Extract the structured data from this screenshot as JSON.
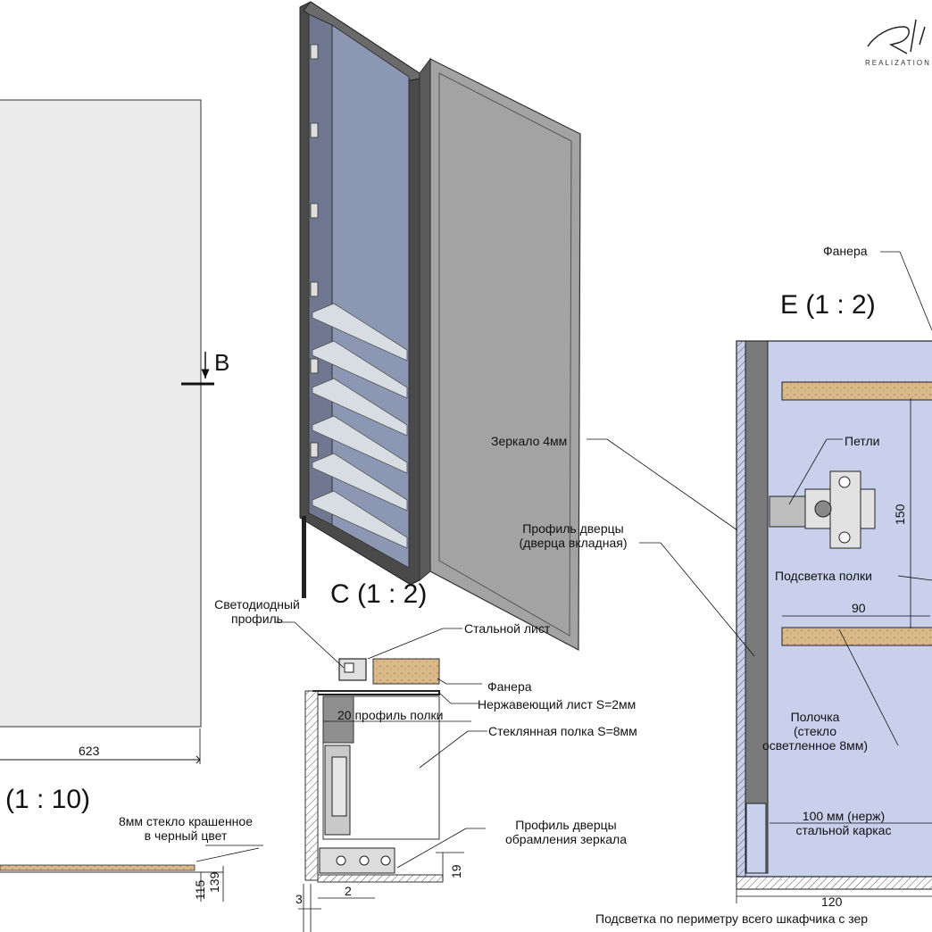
{
  "logo": {
    "subtitle": "REALIZATION"
  },
  "view_titles": {
    "c": "C (1 : 2)",
    "e": "E (1 : 2)",
    "scale": "(1 : 10)",
    "section_mark": "B"
  },
  "dimensions": {
    "width_623": "623",
    "d_115": "115",
    "d_139": "139",
    "d_19": "19",
    "d_3": "3",
    "d_2": "2",
    "d_150": "150",
    "d_90": "90",
    "d_120": "120"
  },
  "callouts": {
    "mirror": "Зеркало 4мм",
    "door_profile_1": "Профиль дверцы",
    "door_profile_2": "(дверца вкладная)",
    "led_profile_1": "Светодиодный",
    "led_profile_2": "профиль",
    "steel_sheet": "Стальной лист",
    "plywood_c": "Фанера",
    "stainless_sheet": "Нержавеющий лист S=2мм",
    "shelf_profile": "20 профиль полки",
    "glass_shelf": "Стеклянная полка S=8мм",
    "glass_black_1": "8мм стекло крашенное",
    "glass_black_2": "в черный цвет",
    "mirror_frame_1": "Профиль дверцы",
    "mirror_frame_2": "обрамления зеркала",
    "plywood_e": "Фанера",
    "hinges": "Петли",
    "shelf_light": "Подсветка полки",
    "shelf_1": "Полочка",
    "shelf_2": "(стекло",
    "shelf_3": "осветленное 8мм)",
    "steel_frame_1": "100 мм (нерж)",
    "steel_frame_2": "стальной каркас",
    "perimeter_light": "Подсветка по периметру всего шкафчика с зер"
  }
}
